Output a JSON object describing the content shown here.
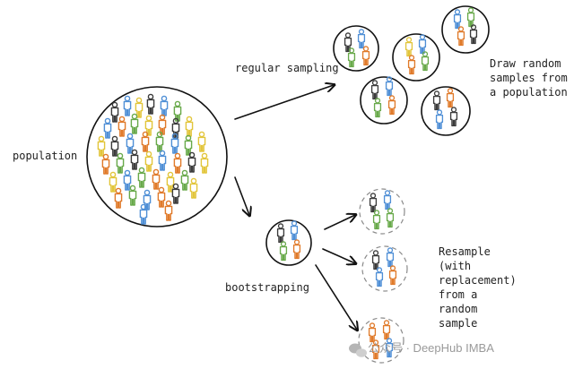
{
  "labels": {
    "population": "population",
    "regular_sampling": "regular sampling",
    "bootstrapping": "bootstrapping",
    "draw_random": [
      "Draw random",
      "samples from",
      "a population"
    ],
    "resample": [
      "Resample",
      "(with",
      "replacement)",
      "from a",
      "random",
      "sample"
    ]
  },
  "watermark": "公众号 · DeepHub IMBA",
  "colors": {
    "ink": "#111111",
    "people": [
      "#e07a2a",
      "#4f8fd6",
      "#68a94a",
      "#e2c53a",
      "#3b3b3b"
    ]
  },
  "icons": [
    "person-icon",
    "arrow-icon",
    "wechat-icon"
  ]
}
